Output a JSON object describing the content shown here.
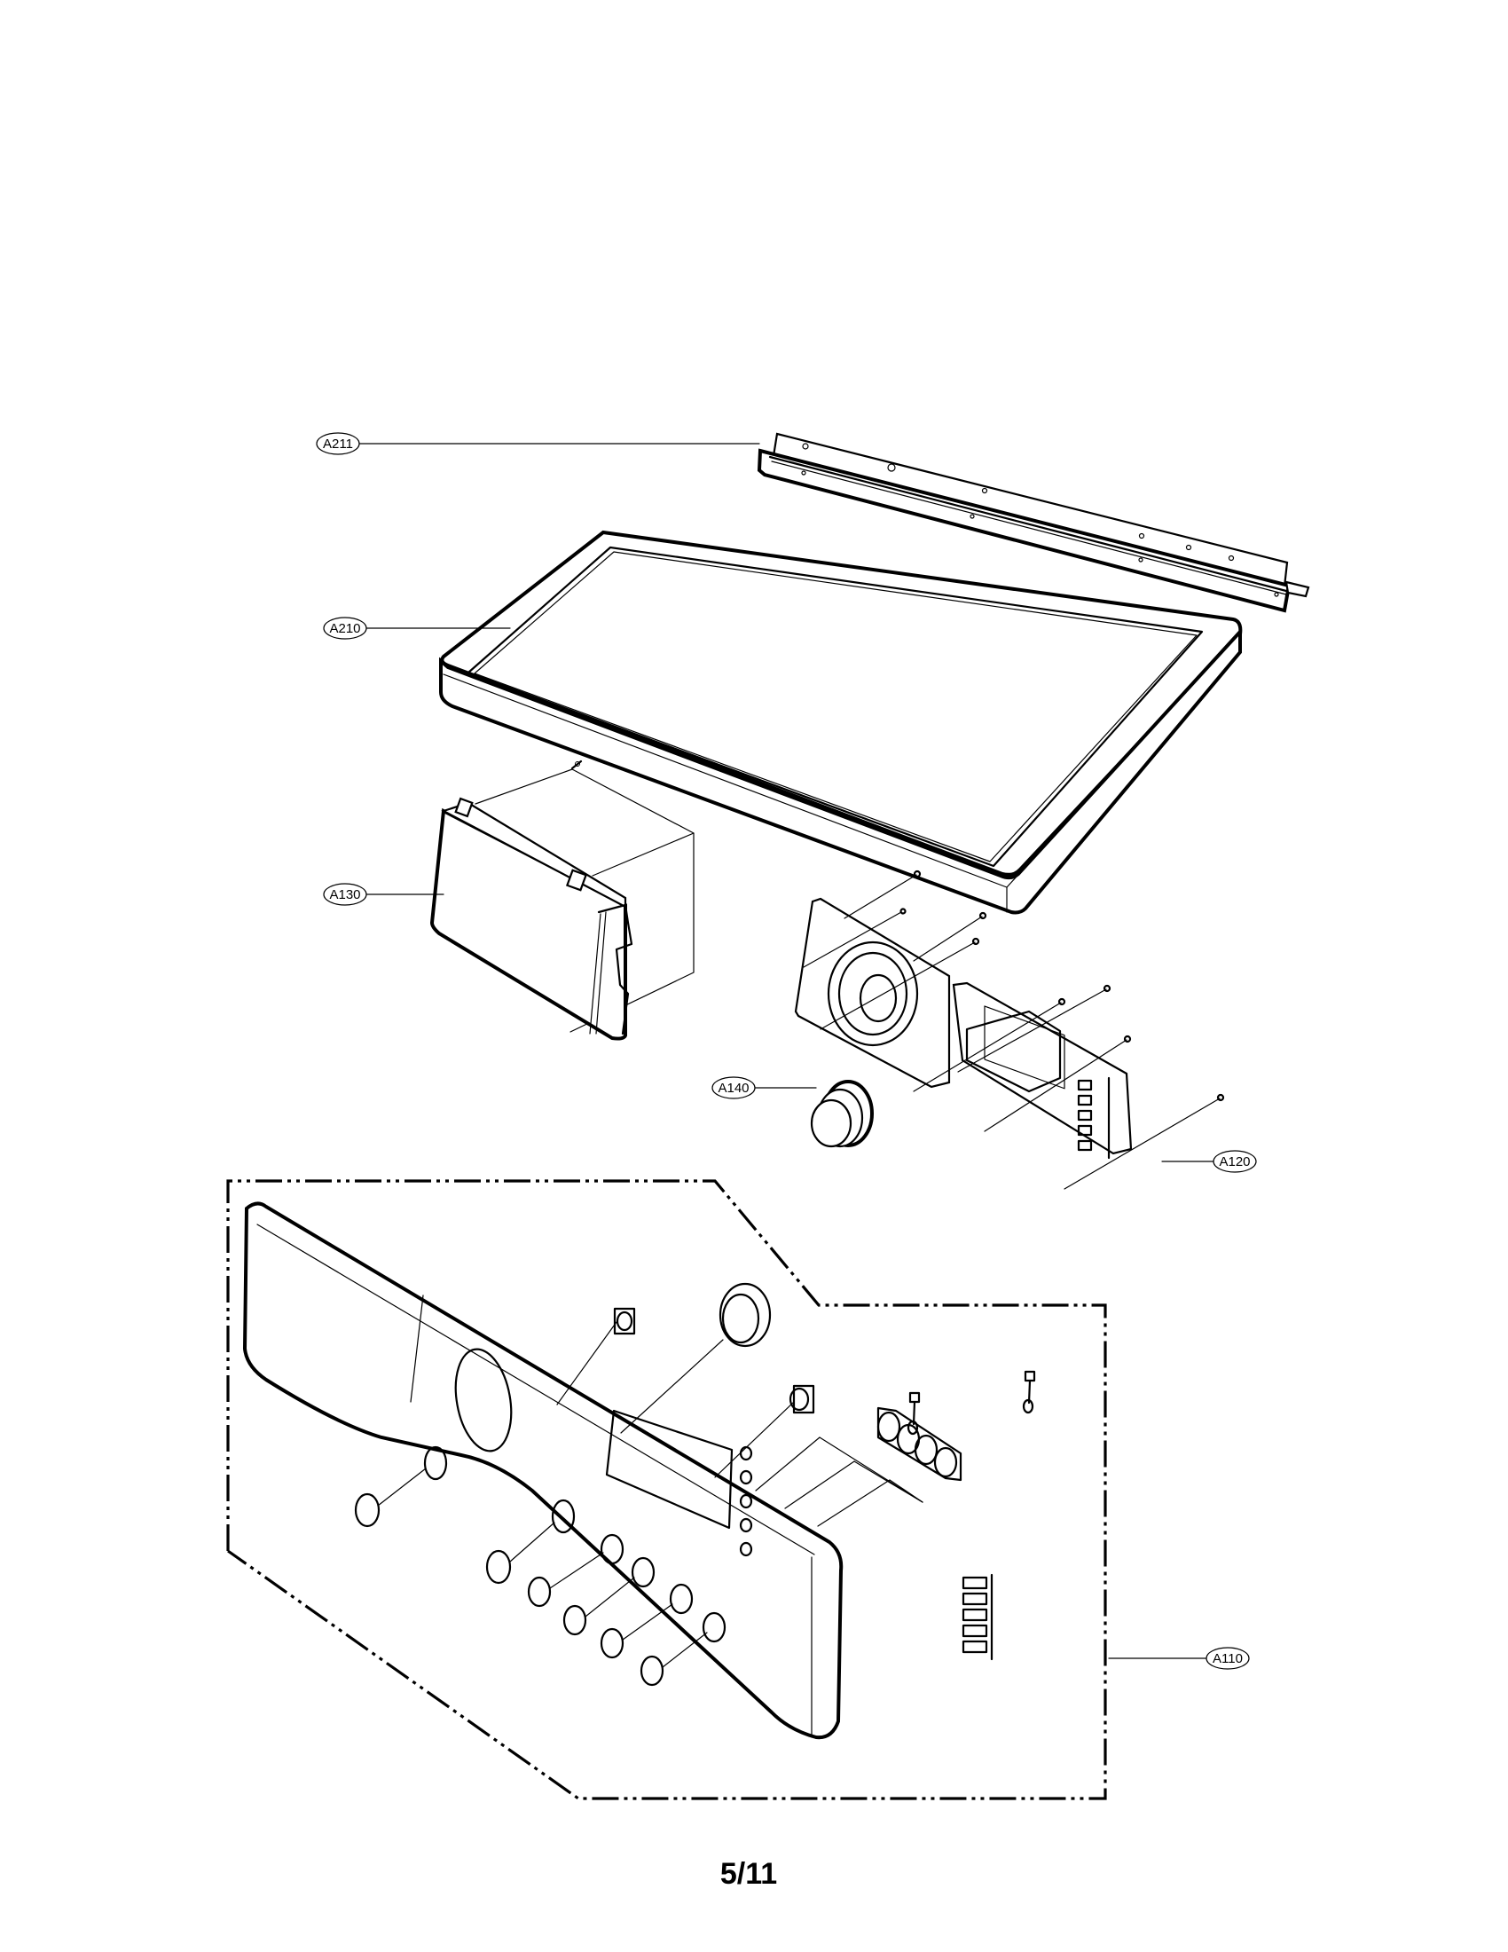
{
  "diagram": {
    "type": "exploded parts diagram",
    "subject": "Dryer top cover and control panel assembly",
    "callouts": [
      {
        "id": "A211",
        "label": "A211",
        "part": "top rear bracket"
      },
      {
        "id": "A210",
        "label": "A210",
        "part": "top plate assembly"
      },
      {
        "id": "A130",
        "label": "A130",
        "part": "drawer / cover assembly"
      },
      {
        "id": "A140",
        "label": "A140",
        "part": "knob assembly"
      },
      {
        "id": "A120",
        "label": "A120",
        "part": "PCB / control board assembly"
      },
      {
        "id": "A110",
        "label": "A110",
        "part": "control panel assembly (boundary group)"
      }
    ]
  },
  "footer": {
    "page_number": "5/11"
  },
  "colors": {
    "line": "#000000",
    "background": "#ffffff"
  }
}
